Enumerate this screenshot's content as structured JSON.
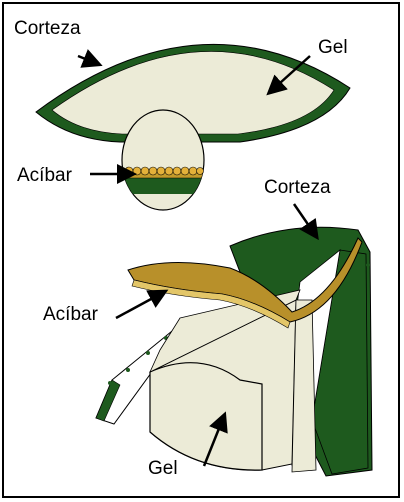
{
  "labels": {
    "top_corteza": "Corteza",
    "top_gel": "Gel",
    "top_acibar": "Acíbar",
    "bottom_corteza": "Corteza",
    "bottom_acibar": "Acíbar",
    "bottom_gel": "Gel"
  },
  "colors": {
    "rind": "#1e5a1e",
    "gel": "#ecebd7",
    "acibar": "#c39b2a",
    "outline": "#000000"
  }
}
